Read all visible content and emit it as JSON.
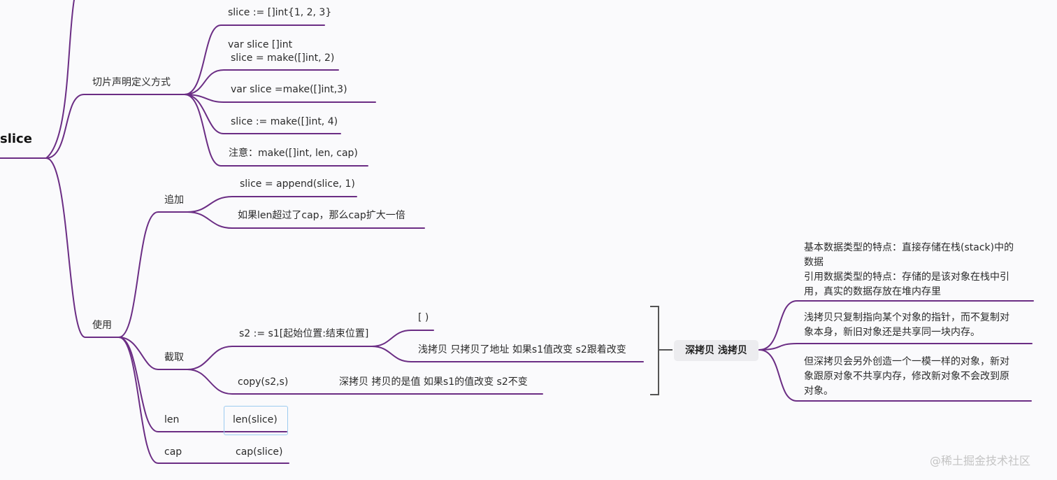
{
  "root": "slice",
  "declare": {
    "label": "切片声明定义方式",
    "items": [
      "slice := []int{1, 2, 3}",
      "var slice []int",
      "slice = make([]int, 2)",
      "var slice =make([]int,3)",
      "slice := make([]int, 4)",
      "注意：make([]int, len, cap)"
    ]
  },
  "usage": {
    "label": "使用",
    "append": {
      "label": "追加",
      "items": [
        "slice = append(slice, 1)",
        "如果len超过了cap，那么cap扩大一倍"
      ]
    },
    "slice_op": {
      "label": "截取",
      "s2": "s2 := s1[起始位置:结束位置]",
      "bracket": "[ )",
      "shallow": "浅拷贝  只拷贝了地址  如果s1值改变  s2跟着改变",
      "copy": "copy(s2,s)",
      "deep": "深拷贝  拷贝的是值  如果s1的值改变  s2不变"
    },
    "len": {
      "label": "len",
      "value": "len(slice)"
    },
    "cap": {
      "label": "cap",
      "value": "cap(slice)"
    }
  },
  "copy_note": {
    "label": "深拷贝  浅拷贝",
    "p1_lines": [
      "基本数据类型的特点：直接存储在栈(stack)中的",
      "数据",
      "引用数据类型的特点：存储的是该对象在栈中引",
      "用，真实的数据存放在堆内存里"
    ],
    "p2_lines": [
      "浅拷贝只复制指向某个对象的指针，而不复制对",
      "象本身，新旧对象还是共享同一块内存。"
    ],
    "p3_lines": [
      "但深拷贝会另外创造一个一模一样的对象，新对",
      "象跟原对象不共享内存，修改新对象不会改到原",
      "对象。"
    ]
  },
  "watermark": "@稀土掘金技术社区",
  "colors": {
    "branch": "#6b2d84",
    "highlight": "#9ccbf0",
    "bracket": "#555555"
  }
}
